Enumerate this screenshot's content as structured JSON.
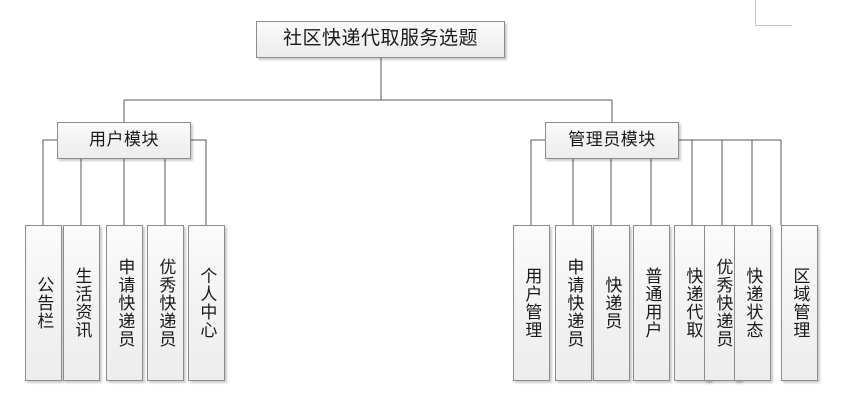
{
  "diagram": {
    "type": "org-chart",
    "title": "社区快递代取服务选题",
    "root": {
      "label": "社区快递代取服务选题"
    },
    "modules": [
      {
        "id": "user-module",
        "label": "用户模块",
        "children": [
          {
            "id": "bulletin-board",
            "label": "公告栏"
          },
          {
            "id": "life-information",
            "label": "生活资讯"
          },
          {
            "id": "apply-courier",
            "label": "申请快递员"
          },
          {
            "id": "excellent-courier",
            "label": "优秀快递员"
          },
          {
            "id": "personal-center",
            "label": "个人中心"
          }
        ]
      },
      {
        "id": "admin-module",
        "label": "管理员模块",
        "children": [
          {
            "id": "user-management",
            "label": "用户管理"
          },
          {
            "id": "apply-courier-admin",
            "label": "申请快递员"
          },
          {
            "id": "courier",
            "label": "快递员"
          },
          {
            "id": "normal-user",
            "label": "普通用户"
          },
          {
            "id": "courier-pickup",
            "label": "快递代取"
          },
          {
            "id": "excellent-courier-admin",
            "label": "优秀快递员"
          },
          {
            "id": "delivery-status",
            "label": "快递状态"
          },
          {
            "id": "area-management",
            "label": "区域管理"
          }
        ]
      }
    ],
    "colors": {
      "node_border": "#8c8c8c",
      "node_fill": "#f2f2f2",
      "connector": "#595959",
      "text": "#1a1a1a",
      "background": "#ffffff"
    }
  }
}
